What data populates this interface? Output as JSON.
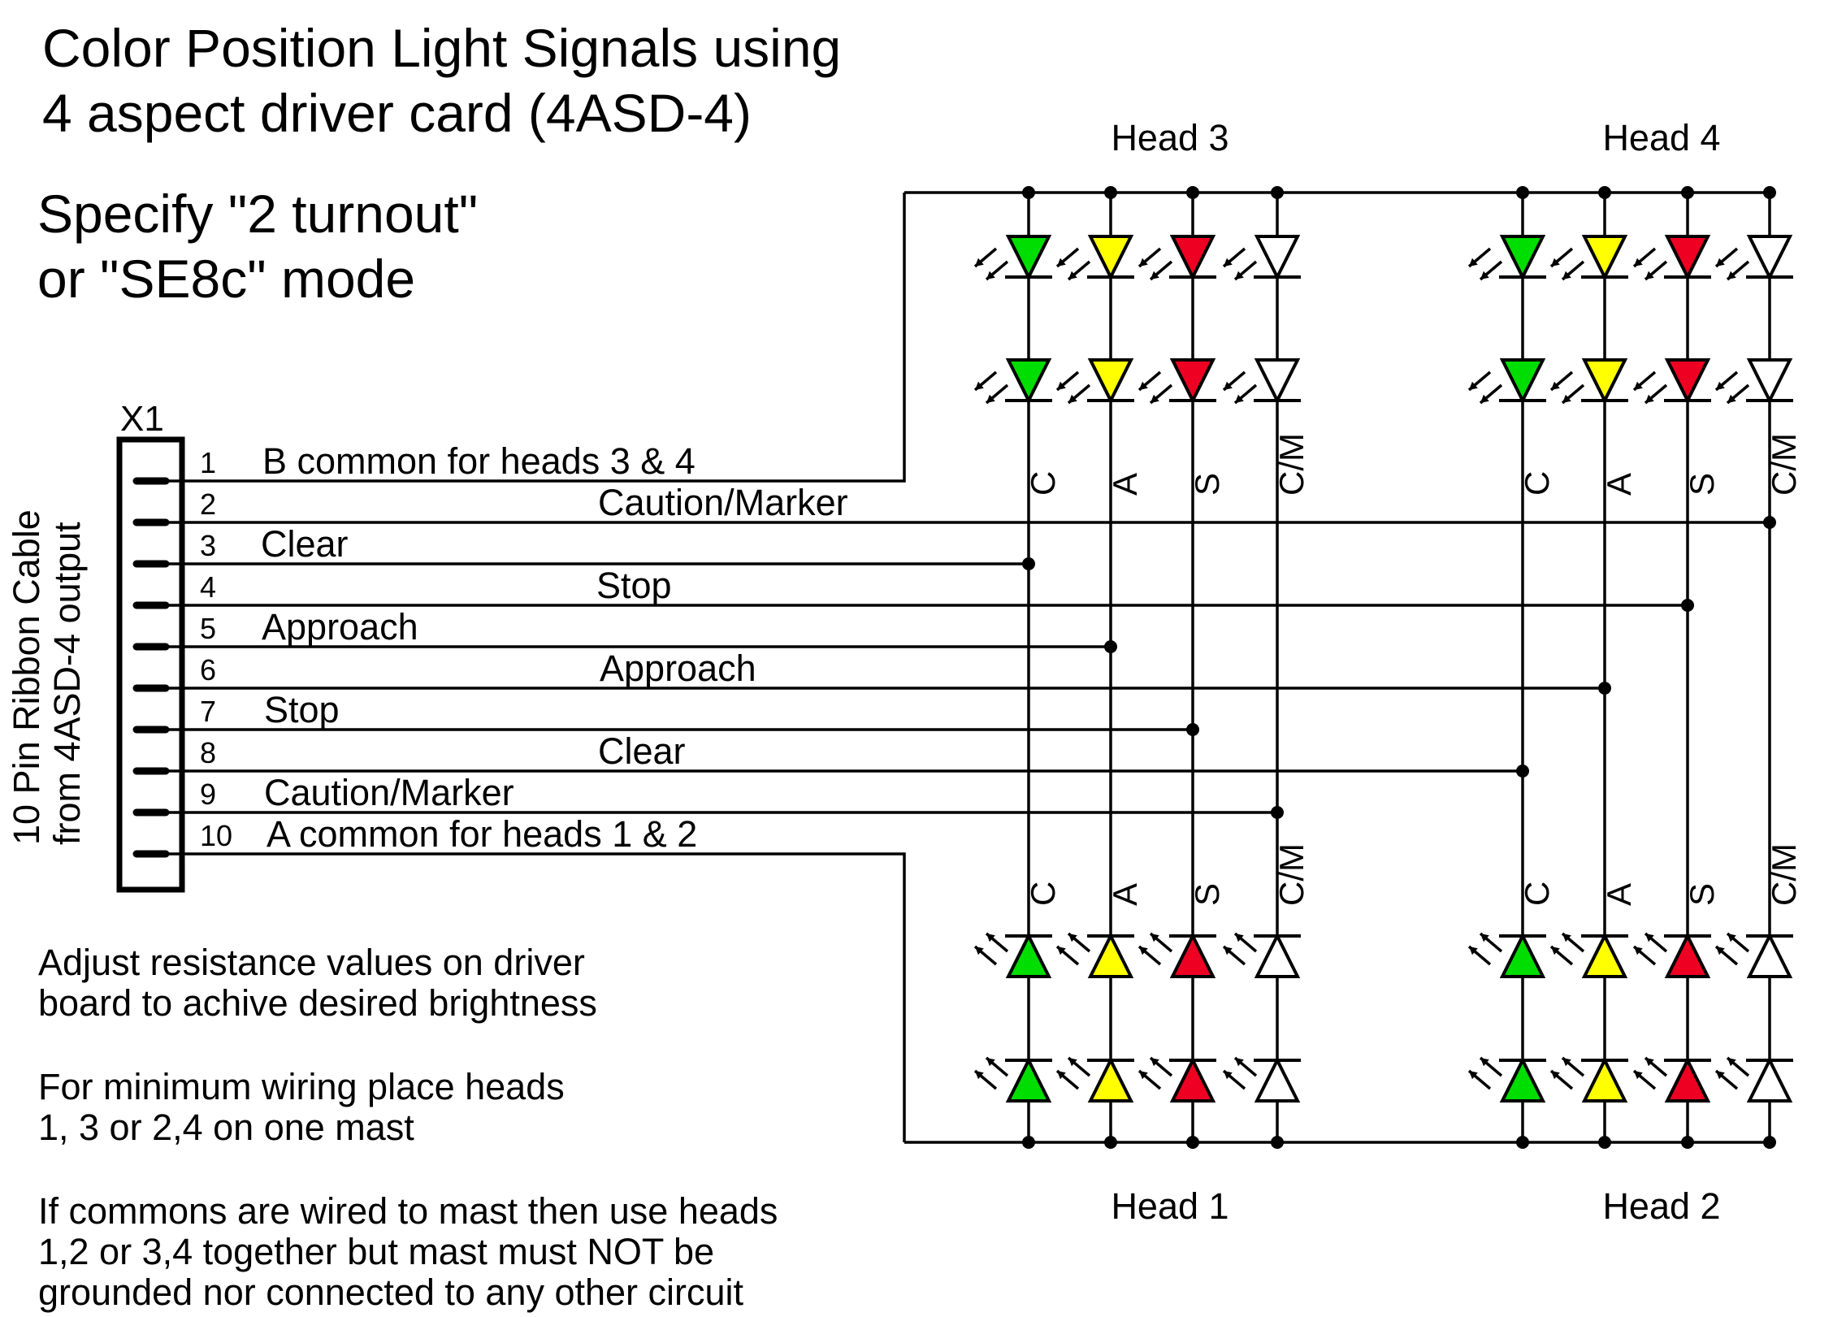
{
  "title": {
    "line1": "Color Position Light Signals using",
    "line2": "4 aspect driver card (4ASD-4)"
  },
  "mode_note": {
    "line1": "Specify \"2 turnout\"",
    "line2": "or \"SE8c\" mode"
  },
  "connector": {
    "name": "X1",
    "side_label_line1": "10 Pin Ribbon Cable",
    "side_label_line2": "from 4ASD-4 output",
    "pins": [
      {
        "num": "1",
        "label": "B common for heads 3 & 4"
      },
      {
        "num": "2",
        "label": "Caution/Marker"
      },
      {
        "num": "3",
        "label": "Clear"
      },
      {
        "num": "4",
        "label": "Stop"
      },
      {
        "num": "5",
        "label": "Approach"
      },
      {
        "num": "6",
        "label": "Approach"
      },
      {
        "num": "7",
        "label": "Stop"
      },
      {
        "num": "8",
        "label": "Clear"
      },
      {
        "num": "9",
        "label": "Caution/Marker"
      },
      {
        "num": "10",
        "label": "A common for heads 1 & 2"
      }
    ]
  },
  "heads": {
    "head3": "Head 3",
    "head4": "Head 4",
    "head1": "Head 1",
    "head2": "Head 2"
  },
  "columns": [
    "C",
    "A",
    "S",
    "C/M"
  ],
  "led_colors": {
    "C": "#00dd00",
    "A": "#ffff00",
    "S": "#ee0022",
    "C/M": "#ffffff"
  },
  "notes": {
    "brightness_line1": "Adjust resistance values on driver",
    "brightness_line2": "board to achive desired brightness",
    "wiring_line1": "For minimum wiring place heads",
    "wiring_line2": "1, 3 or 2,4 on one mast",
    "commons_line1": "If commons are wired to mast then use heads",
    "commons_line2": "1,2 or 3,4 together but mast must NOT be",
    "commons_line3": "grounded nor connected to any other circuit"
  }
}
